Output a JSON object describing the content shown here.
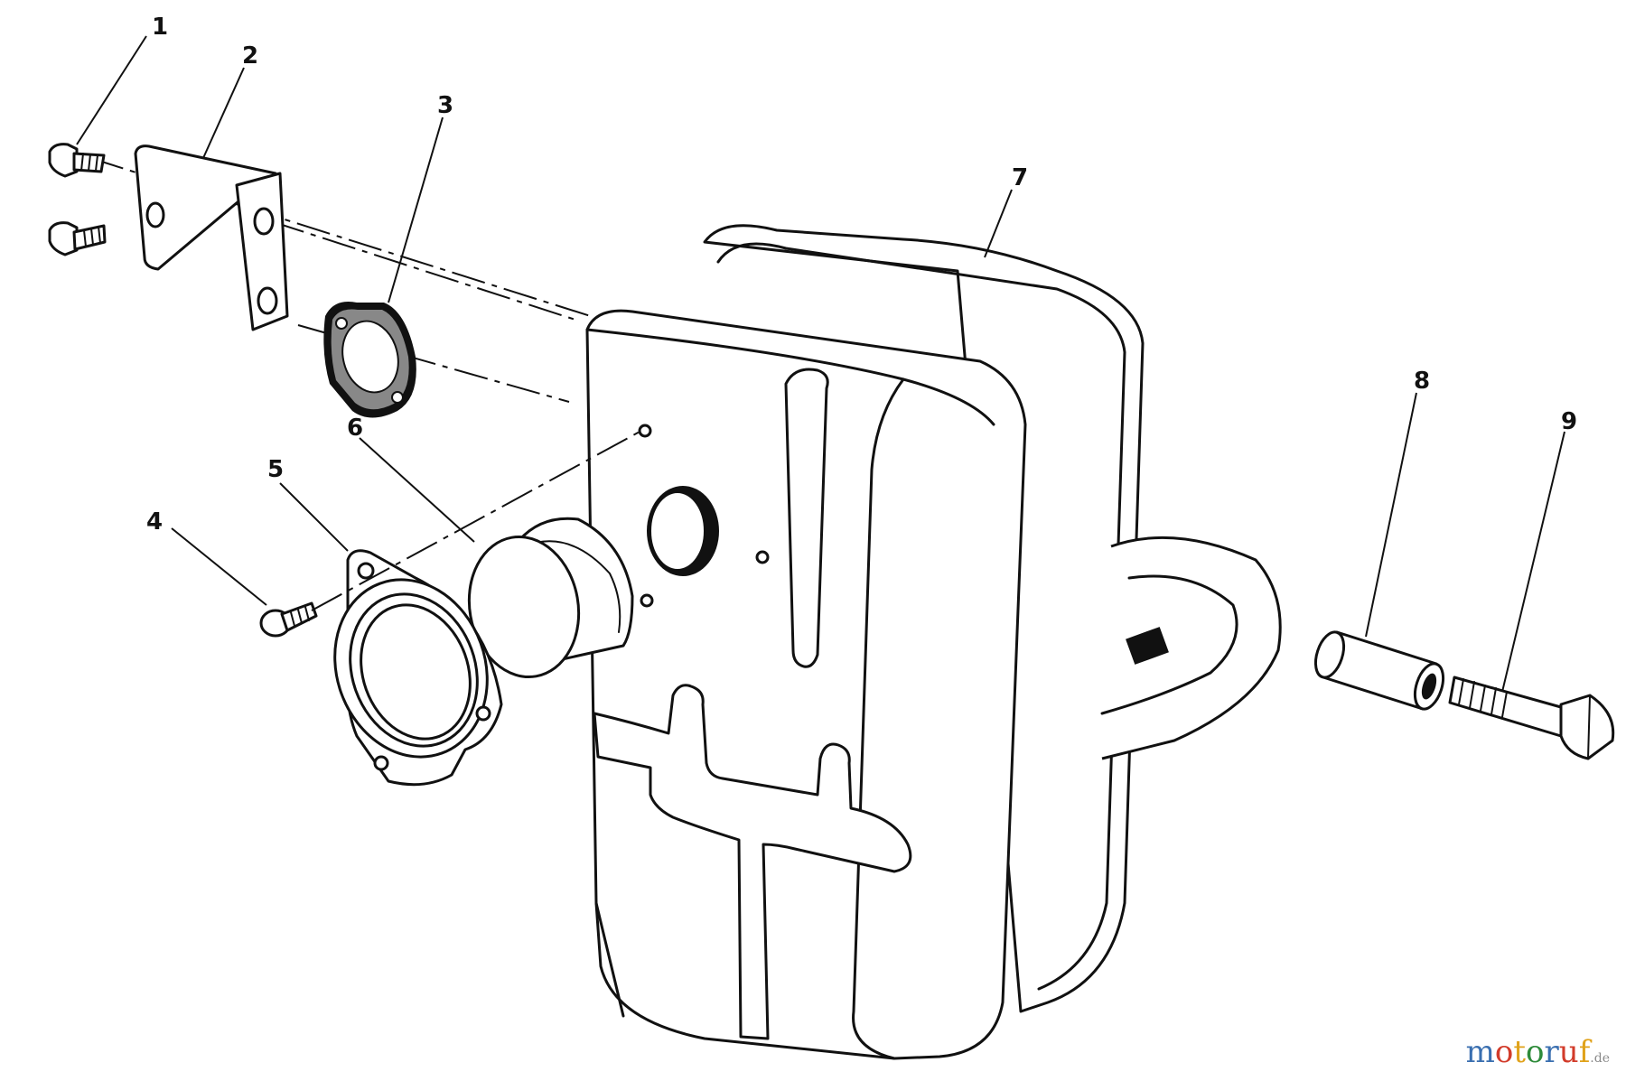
{
  "callouts": [
    {
      "id": "1",
      "label": "1"
    },
    {
      "id": "2",
      "label": "2"
    },
    {
      "id": "3",
      "label": "3"
    },
    {
      "id": "4",
      "label": "4"
    },
    {
      "id": "5",
      "label": "5"
    },
    {
      "id": "6",
      "label": "6"
    },
    {
      "id": "7",
      "label": "7"
    },
    {
      "id": "8",
      "label": "8"
    },
    {
      "id": "9",
      "label": "9"
    }
  ],
  "watermark": {
    "letters": [
      "m",
      "o",
      "t",
      "o",
      "r",
      "u",
      "f"
    ],
    "suffix": ".de",
    "colors": [
      "#3a6fb0",
      "#d23b2a",
      "#e0a21a",
      "#2e8b3a",
      "#3a6fb0",
      "#d23b2a",
      "#e0a21a"
    ]
  }
}
